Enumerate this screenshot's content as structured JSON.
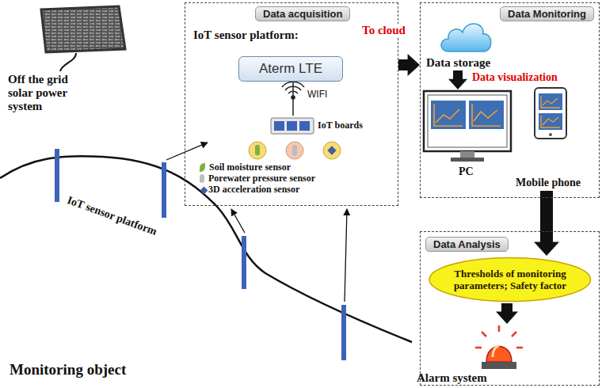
{
  "diagram": {
    "nodes": [
      {
        "text": [
          "Data acquisition",
          "IoT sensor platform:"
        ]
      },
      {
        "text": [
          "Aterm LTE"
        ],
        "in": 0
      },
      {
        "text": [
          "IoT boards"
        ],
        "in": 0
      },
      {
        "text": [
          "Data Monitoring"
        ]
      },
      {
        "text": [
          "Data storage"
        ],
        "in": 3
      },
      {
        "text": [
          "PC"
        ],
        "in": 3
      },
      {
        "text": [
          "Mobile phone"
        ],
        "in": 3
      },
      {
        "text": [
          "Data Analysis"
        ]
      },
      {
        "text": [
          "Thresholds of monitoring parameters; Safety factor"
        ],
        "in": 7
      },
      {
        "text": [
          "Alarm system"
        ],
        "in": 7
      }
    ],
    "edges": [
      {
        "from": 1,
        "to": 2,
        "label": "WIFI",
        "arrow": "none"
      },
      {
        "from": 0,
        "to": 3,
        "label": "To cloud",
        "arrow": "to"
      },
      {
        "from": 4,
        "to": 5,
        "label": "Data visualization",
        "arrow": "to"
      },
      {
        "from": 6,
        "to": 8,
        "arrow": "to"
      },
      {
        "from": 8,
        "to": 9,
        "arrow": "to"
      }
    ],
    "labels": [
      "Off the grid solar power system",
      "IoT sensor platform",
      "Monitoring object"
    ],
    "legend": [
      {
        "text": "Soil moisture sensor",
        "color": "#7cb342"
      },
      {
        "text": "Porewater pressure sensor",
        "color": "#bdbdbd"
      },
      {
        "text": "3D acceleration sensor",
        "color": "#3f5f9f"
      }
    ]
  }
}
